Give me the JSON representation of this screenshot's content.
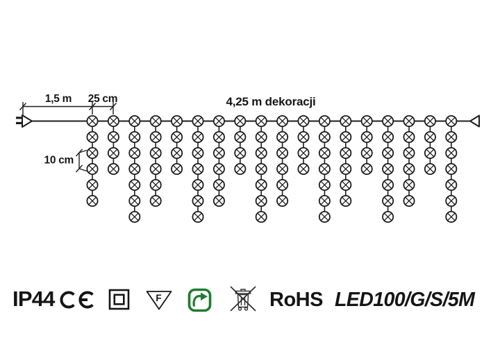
{
  "diagram": {
    "title": "4,25 m dekoracji",
    "dimensions": {
      "lead_length": "1,5 m",
      "drop_spacing": "25 cm",
      "bulb_spacing": "10 cm"
    },
    "drops_bulb_counts": [
      6,
      4,
      7,
      6,
      4,
      7,
      6,
      4,
      7,
      6,
      4,
      7,
      6,
      4,
      7,
      6,
      4,
      7
    ]
  },
  "footer": {
    "ip_rating": "IP44",
    "f_mark_letter": "F",
    "rohs_label": "RoHS",
    "model_label": "LED100/G/S/5M",
    "icon_names": [
      "ce-mark",
      "class-ii-double-insulation",
      "f-mark-triangle",
      "recyclable-green-arrow",
      "weee-crossed-out-bin"
    ]
  },
  "colors": {
    "line": "#1c1c1c",
    "green": "#1f7c2f",
    "background": "#ffffff"
  }
}
